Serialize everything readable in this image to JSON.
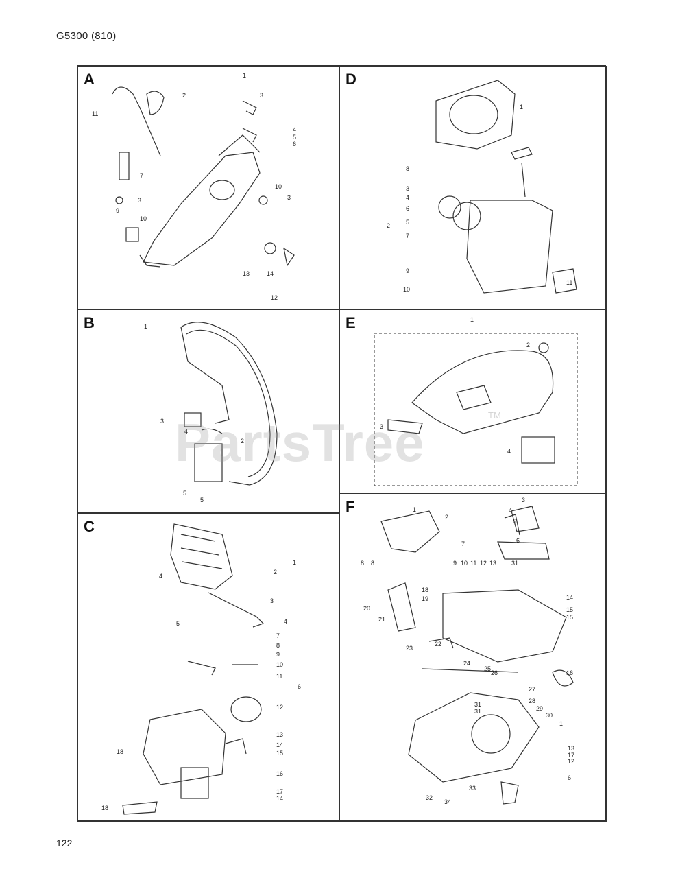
{
  "header": {
    "model": "G5300 (810)"
  },
  "footer": {
    "page_number": "122"
  },
  "watermark": {
    "text": "PartsTree",
    "tm": "TM"
  },
  "panels": {
    "A": {
      "letter": "A",
      "callouts": [
        "1",
        "2",
        "3",
        "11",
        "4",
        "5",
        "6",
        "7",
        "10",
        "3",
        "3",
        "9",
        "10",
        "13",
        "14",
        "12"
      ]
    },
    "B": {
      "letter": "B",
      "callouts": [
        "1",
        "3",
        "4",
        "2",
        "5",
        "5"
      ]
    },
    "C": {
      "letter": "C",
      "callouts": [
        "1",
        "2",
        "4",
        "3",
        "4",
        "5",
        "7",
        "8",
        "9",
        "10",
        "11",
        "6",
        "12",
        "13",
        "14",
        "15",
        "16",
        "18",
        "17",
        "14",
        "18"
      ]
    },
    "D": {
      "letter": "D",
      "callouts": [
        "1",
        "8",
        "3",
        "4",
        "6",
        "5",
        "7",
        "2",
        "9",
        "10",
        "11"
      ]
    },
    "E": {
      "letter": "E",
      "callouts": [
        "1",
        "2",
        "3",
        "4"
      ]
    },
    "F": {
      "letter": "F",
      "callouts": [
        "1",
        "2",
        "3",
        "4",
        "5",
        "6",
        "7",
        "8",
        "8",
        "9",
        "10",
        "11",
        "12",
        "13",
        "31",
        "14",
        "18",
        "19",
        "20",
        "21",
        "15",
        "15",
        "22",
        "23",
        "24",
        "25",
        "26",
        "16",
        "27",
        "28",
        "29",
        "30",
        "31",
        "31",
        "1",
        "13",
        "17",
        "12",
        "6",
        "33",
        "32",
        "34"
      ]
    }
  }
}
